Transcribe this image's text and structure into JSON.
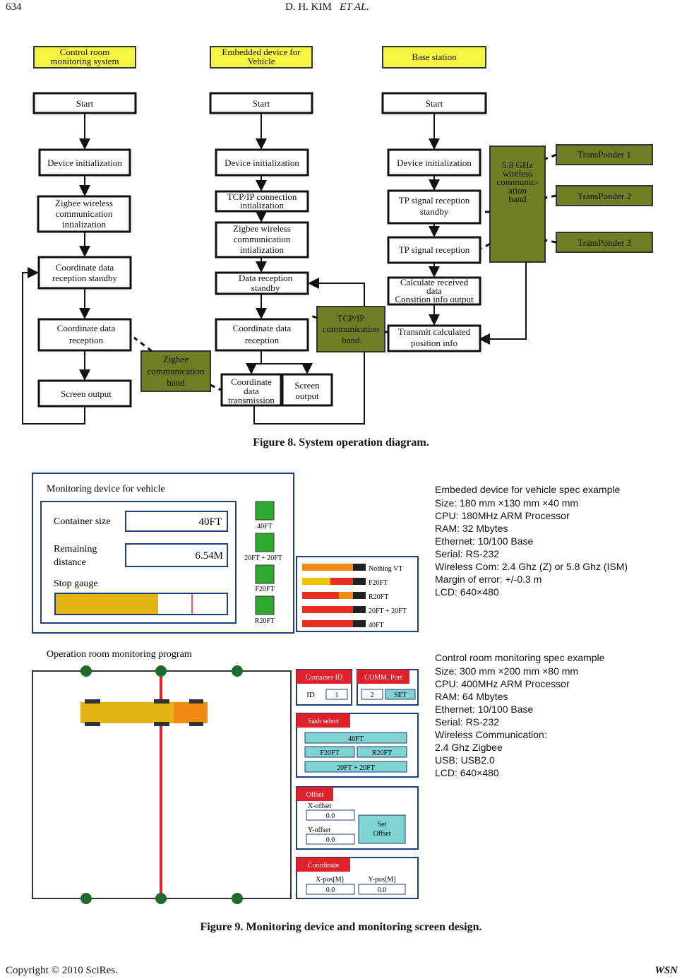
{
  "header": {
    "page_number": "634",
    "authors": "D. H. KIM",
    "et_al": "ET AL."
  },
  "figure8": {
    "caption": "Figure 8. System operation diagram.",
    "columns": [
      {
        "title_lines": [
          "Control room",
          "monitoring system"
        ],
        "boxes": [
          [
            "Start"
          ],
          [
            "Device initialization"
          ],
          [
            "Zigbee wireless",
            "communication",
            "intialization"
          ],
          [
            "Coordinate data",
            "reception standby"
          ],
          [
            "Coordinate data",
            "reception"
          ],
          [
            "Screen output"
          ]
        ]
      },
      {
        "title_lines": [
          "Embedded device for",
          "Vehicle"
        ],
        "boxes": [
          [
            "Start"
          ],
          [
            "Device initialization"
          ],
          [
            "TCP/IP connection",
            "intialization"
          ],
          [
            "Zigbee wireless",
            "communication",
            "intialization"
          ],
          [
            "Data reception",
            "standby"
          ],
          [
            "Coordinate data",
            "reception"
          ],
          [
            "Coordinate",
            "data",
            "transmission"
          ],
          [
            "Screen",
            "output"
          ]
        ]
      },
      {
        "title_lines": [
          "Base station"
        ],
        "boxes": [
          [
            "Start"
          ],
          [
            "Device initialization"
          ],
          [
            "TP signal reception",
            "standby"
          ],
          [
            "TP signal reception"
          ],
          [
            "Calculate received",
            "data",
            "Consition info output"
          ],
          [
            "Transmit calculated",
            "position info"
          ]
        ]
      }
    ],
    "bands": {
      "zigbee": [
        "Zigbee",
        "communication",
        "band"
      ],
      "tcpip": [
        "TCP/IP",
        "communication",
        "band"
      ],
      "wireless": [
        "5.8 GHz",
        "wireless",
        "communic-",
        "ation",
        "band"
      ]
    },
    "transponders": [
      "TransPonder 1",
      "TransPonder 2",
      "TransPonder 3"
    ]
  },
  "figure9": {
    "caption": "Figure 9. Monitoring device and monitoring screen design.",
    "device_panel": {
      "title": "Monitoring device for vehicle",
      "container_size_label": "Container size",
      "container_size_value": "40FT",
      "remaining_label_lines": [
        "Remaining",
        "distance"
      ],
      "remaining_value": "6.54M",
      "stop_gauge_label": "Stop gauge",
      "stop_gauge_fill": 0.6,
      "indicators": [
        "40FT",
        "20FT + 20FT",
        "F20FT",
        "R20FT"
      ],
      "legend_rows": [
        "Nothing VT",
        "F20FT",
        "R20FT",
        "20FT + 20FT",
        "40FT"
      ]
    },
    "embedded_spec": [
      "Embeded device for vehicle spec example",
      "Size: 180 mm ×130 mm ×40 mm",
      "CPU: 180MHz ARM Processor",
      "RAM: 32 Mbytes",
      "Ethernet: 10/100 Base",
      "Serial: RS-232",
      "Wireless Com: 2.4 Ghz (Z) or 5.8 Ghz (ISM)",
      "Margin of error: +/-0.3 m",
      "LCD: 640×480"
    ],
    "operation_program": {
      "title": "Operation room monitoring program",
      "container_id": {
        "tab": "Container ID",
        "label": "ID",
        "value": "1"
      },
      "comm_port": {
        "tab": "COMM. Port",
        "value": "2",
        "button": "SET"
      },
      "sash_select": {
        "tab": "Sash select",
        "buttons": [
          "40FT",
          "F20FT",
          "R20FT",
          "20FT + 20FT"
        ]
      },
      "offset": {
        "tab": "Offset",
        "x_label": "X-offset",
        "x_value": "0.0",
        "y_label": "Y-offset",
        "y_value": "0.0",
        "button_lines": [
          "Set",
          "Offset"
        ]
      },
      "coordinate": {
        "tab": "Coordinate",
        "x_label": "X-pos[M]",
        "x_value": "0.0",
        "y_label": "Y-pos[M]",
        "y_value": "0.0"
      }
    },
    "control_spec": [
      "Control room monitoring spec example",
      "Size: 300 mm ×200 mm ×80 mm",
      "CPU: 400MHz ARM Processor",
      "RAM: 64 Mbytes",
      "Ethernet: 10/100 Base",
      "Serial: RS-232",
      "Wireless Communication:",
      "2.4 Ghz Zigbee",
      "USB: USB2.0",
      "LCD: 640×480"
    ]
  },
  "footer": {
    "copyright": "Copyright © 2010 SciRes.",
    "journal": "WSN"
  }
}
